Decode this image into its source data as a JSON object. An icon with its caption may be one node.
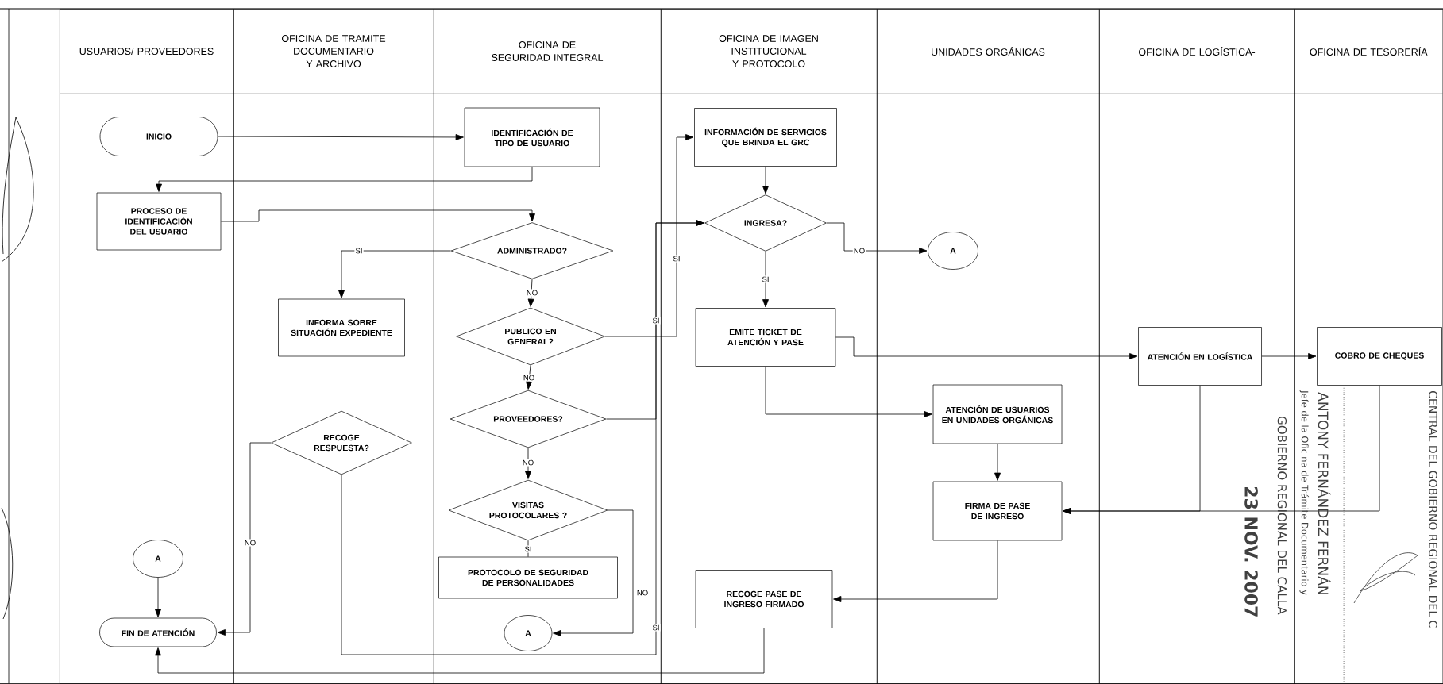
{
  "diagram": {
    "nodes": [
      {
        "text": [
          "USUARIOS/ PROVEEDORES"
        ]
      },
      {
        "text": [
          "OFICINA DE TRAMITE DOCUMENTARIO Y ARCHIVO"
        ]
      },
      {
        "text": [
          "OFICINA DE SEGURIDAD INTEGRAL"
        ]
      },
      {
        "text": [
          "OFICINA DE IMAGEN INSTITUCIONAL Y PROTOCOLO"
        ]
      },
      {
        "text": [
          "UNIDADES ORGÁNICAS"
        ]
      },
      {
        "text": [
          "OFICINA DE LOGÍSTICA-"
        ]
      },
      {
        "text": [
          "OFICINA DE TESORERÍA"
        ]
      },
      {
        "text": [
          "INICIO"
        ],
        "in": 0
      },
      {
        "text": [
          "IDENTIFICACIÓN DE TIPO DE USUARIO"
        ],
        "in": 2
      },
      {
        "text": [
          "PROCESO DE IDENTIFICACIÓN DEL USUARIO"
        ],
        "in": 0
      },
      {
        "text": [
          "ADMINISTRADO?"
        ],
        "in": 2
      },
      {
        "text": [
          "INFORMA SOBRE SITUACIÓN EXPEDIENTE"
        ],
        "in": 1
      },
      {
        "text": [
          "PUBLICO EN GENERAL?"
        ],
        "in": 2
      },
      {
        "text": [
          "RECOGE RESPUESTA?"
        ],
        "in": 1
      },
      {
        "text": [
          "PROVEEDORES?"
        ],
        "in": 2
      },
      {
        "text": [
          "VISITAS PROTOCOLARES ?"
        ],
        "in": 2
      },
      {
        "text": [
          "PROTOCOLO DE SEGURIDAD DE PERSONALIDADES"
        ],
        "in": 2
      },
      {
        "text": [
          "A"
        ],
        "in": 0
      },
      {
        "text": [
          "FIN DE ATENCIÓN"
        ],
        "in": 0
      },
      {
        "text": [
          "A"
        ],
        "in": 2
      },
      {
        "text": [
          "INFORMACIÓN DE SERVICIOS QUE BRINDA EL GRC"
        ],
        "in": 3
      },
      {
        "text": [
          "INGRESA?"
        ],
        "in": 3
      },
      {
        "text": [
          "A"
        ],
        "in": 4
      },
      {
        "text": [
          "EMITE TICKET DE ATENCIÓN Y PASE"
        ],
        "in": 3
      },
      {
        "text": [
          "ATENCIÓN DE USUARIOS EN UNIDADES ORGÁNICAS"
        ],
        "in": 4
      },
      {
        "text": [
          "FIRMA DE PASE DE INGRESO"
        ],
        "in": 4
      },
      {
        "text": [
          "RECOGE PASE DE INGRESO FIRMADO"
        ],
        "in": 3
      },
      {
        "text": [
          "ATENCIÓN EN LOGÍSTICA"
        ],
        "in": 5
      },
      {
        "text": [
          "COBRO DE CHEQUES"
        ],
        "in": 6
      }
    ],
    "edges": [
      {
        "from": 7,
        "to": 8,
        "arrow": "to"
      },
      {
        "from": 8,
        "to": 9,
        "arrow": "to"
      },
      {
        "from": 9,
        "to": 10,
        "arrow": "to"
      },
      {
        "from": 10,
        "to": 11,
        "arrow": "to",
        "label": "SI"
      },
      {
        "from": 10,
        "to": 12,
        "arrow": "to",
        "label": "NO"
      },
      {
        "from": 12,
        "to": 20,
        "arrow": "to",
        "label": "SI"
      },
      {
        "from": 14,
        "to": 21,
        "arrow": "to",
        "label": "SI"
      },
      {
        "from": 13,
        "to": 21,
        "arrow": "to",
        "label": "SI"
      },
      {
        "from": 12,
        "to": 14,
        "arrow": "to",
        "label": "NO"
      },
      {
        "from": 14,
        "to": 15,
        "arrow": "to",
        "label": "NO"
      },
      {
        "from": 15,
        "to": 16,
        "arrow": "none",
        "label": "SI"
      },
      {
        "from": 15,
        "to": 19,
        "arrow": "to",
        "label": "NO"
      },
      {
        "from": 13,
        "to": 18,
        "arrow": "to",
        "label": "NO"
      },
      {
        "from": 17,
        "to": 18,
        "arrow": "to"
      },
      {
        "from": 20,
        "to": 21,
        "arrow": "to"
      },
      {
        "from": 21,
        "to": 22,
        "arrow": "to",
        "label": "NO"
      },
      {
        "from": 21,
        "to": 23,
        "arrow": "to",
        "label": "SI"
      },
      {
        "from": 23,
        "to": 27,
        "arrow": "to"
      },
      {
        "from": 27,
        "to": 28,
        "arrow": "to"
      },
      {
        "from": 23,
        "to": 24,
        "arrow": "to"
      },
      {
        "from": 24,
        "to": 25,
        "arrow": "to"
      },
      {
        "from": 27,
        "to": 25,
        "arrow": "to"
      },
      {
        "from": 28,
        "to": 25,
        "arrow": "to"
      },
      {
        "from": 25,
        "to": 26,
        "arrow": "to"
      },
      {
        "from": 26,
        "to": 18,
        "arrow": "to"
      }
    ],
    "labels": [
      "CENTRAL DEL GOBIERNO REGIONAL DEL C",
      "ANTONY FERNÁNDEZ FERNÁN",
      "Jefe de la Oficina de Trámite Documentario y",
      "GOBIERNO REGIONAL DEL CALLA",
      "23 NOV. 2007"
    ]
  }
}
